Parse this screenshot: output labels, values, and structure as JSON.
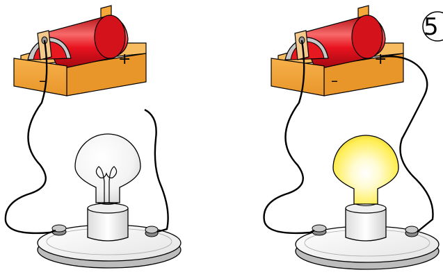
{
  "figure": {
    "number": "5",
    "circuits": [
      {
        "id": "open",
        "lamp_lit": false,
        "polarity_minus": "–",
        "polarity_plus": "+"
      },
      {
        "id": "closed",
        "lamp_lit": true,
        "polarity_minus": "–",
        "polarity_plus": "+"
      }
    ]
  },
  "colors": {
    "battery_body": "#e8131f",
    "battery_highlight": "#f76a6a",
    "battery_box": "#f6a93a",
    "bulb_off": "#f4f4f4",
    "bulb_on": "#ffee55",
    "base": "#e6e6e6",
    "wire": "#000000"
  }
}
